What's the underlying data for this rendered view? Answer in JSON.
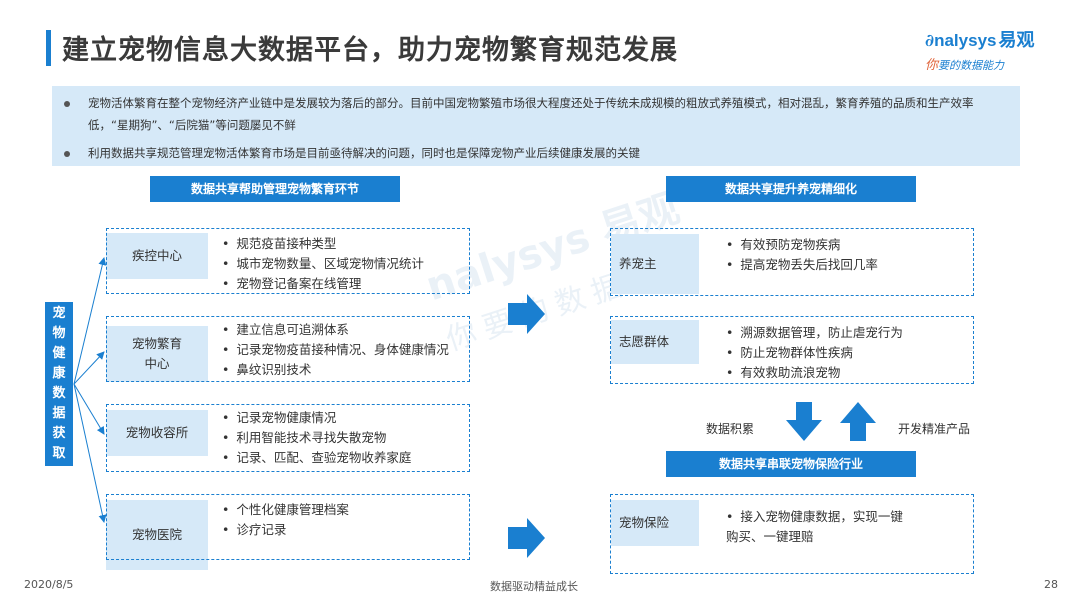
{
  "title": "建立宠物信息大数据平台，助力宠物繁育规范发展",
  "logo": {
    "brand": "nalysys",
    "brand_cn": "易观",
    "slogan_ni": "你",
    "slogan_rest": "要的数据能力"
  },
  "summary": [
    "宠物活体繁育在整个宠物经济产业链中是发展较为落后的部分。目前中国宠物繁殖市场很大程度还处于传统未成规模的粗放式养殖模式，相对混乱，繁育养殖的品质和生产效率低，“星期狗”、“后院猫”等问题屡见不鲜",
    "利用数据共享规范管理宠物活体繁育市场是目前亟待解决的问题，同时也是保障宠物产业后续健康发展的关键"
  ],
  "left_header": "数据共享帮助管理宠物繁育环节",
  "right_header": "数据共享提升养宠精细化",
  "middle_header": "数据共享串联宠物保险行业",
  "vertical_label": [
    "宠",
    "物",
    "健",
    "康",
    "数",
    "据",
    "获",
    "取"
  ],
  "left_groups": [
    {
      "name": "疾控中心",
      "items": [
        "规范疫苗接种类型",
        "城市宠物数量、区域宠物情况统计",
        "宠物登记备案在线管理"
      ]
    },
    {
      "name": "宠物繁育\n中心",
      "items": [
        "建立信息可追溯体系",
        "记录宠物疫苗接种情况、身体健康情况",
        "鼻纹识别技术"
      ]
    },
    {
      "name": "宠物收容所",
      "items": [
        "记录宠物健康情况",
        "利用智能技术寻找失散宠物",
        "记录、匹配、查验宠物收养家庭"
      ]
    },
    {
      "name": "宠物医院",
      "items": [
        "个性化健康管理档案",
        "诊疗记录"
      ]
    }
  ],
  "right_groups": [
    {
      "name": "养宠主",
      "items": [
        "有效预防宠物疾病",
        "提高宠物丢失后找回几率"
      ]
    },
    {
      "name": "志愿群体",
      "items": [
        "溯源数据管理，防止虐宠行为",
        "防止宠物群体性疾病",
        "有效救助流浪宠物"
      ]
    },
    {
      "name": "宠物保险",
      "items": [
        "接入宠物健康数据，实现一键\n购买、一键理赔"
      ]
    }
  ],
  "arrow_labels": {
    "down": "数据积累",
    "up": "开发精准产品"
  },
  "watermark": {
    "line1": "nalysys 易观",
    "line2": "你要的数据能力"
  },
  "footer": {
    "date": "2020/8/5",
    "center": "数据驱动精益成长",
    "page": "28"
  },
  "colors": {
    "accent": "#1a7fd0",
    "light": "#d6e9f8"
  }
}
